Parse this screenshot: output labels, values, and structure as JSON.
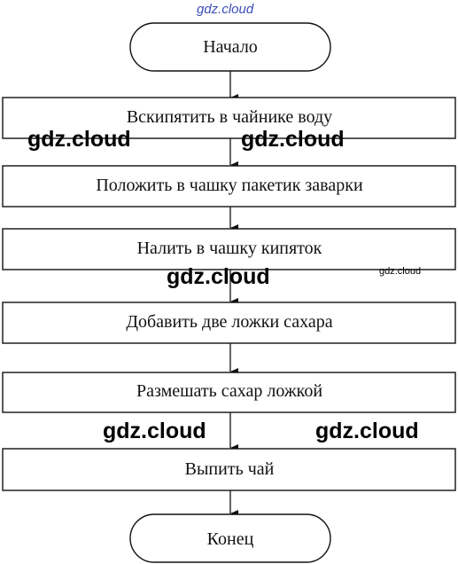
{
  "watermarks": {
    "top": "gdz.cloud",
    "mark_1": "gdz.cloud",
    "mark_2": "gdz.cloud",
    "mark_3": "gdz.cloud",
    "mark_4": "gdz.cloud",
    "mark_5": "gdz.cloud",
    "mark_6": "gdz.cloud"
  },
  "flowchart": {
    "start": "Начало",
    "steps": [
      "Вскипятить в чайнике воду",
      "Положить в чашку пакетик заварки",
      "Налить в чашку кипяток",
      "Добавить две ложки сахара",
      "Размешать сахар ложкой",
      "Выпить чай"
    ],
    "end": "Конец"
  },
  "colors": {
    "stroke": "#111111",
    "watermark_top": "#3d4db8"
  }
}
